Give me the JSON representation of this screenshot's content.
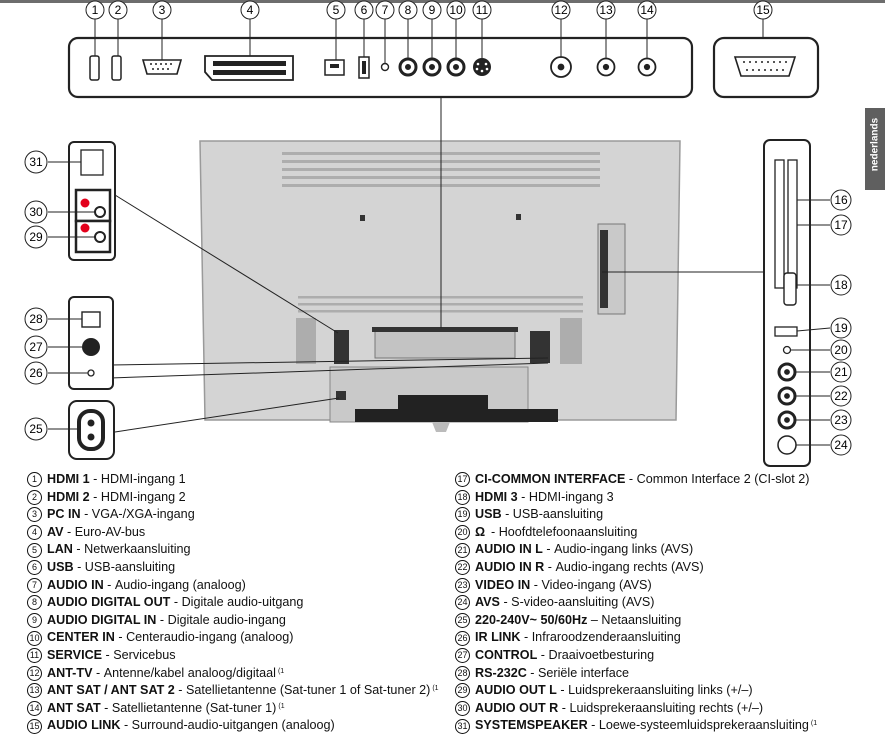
{
  "side_tab": "nederlands",
  "callouts": [
    "1",
    "2",
    "3",
    "4",
    "5",
    "6",
    "7",
    "8",
    "9",
    "10",
    "11",
    "12",
    "13",
    "14",
    "15",
    "16",
    "17",
    "18",
    "19",
    "20",
    "21",
    "22",
    "23",
    "24",
    "25",
    "26",
    "27",
    "28",
    "29",
    "30",
    "31"
  ],
  "legend_left": [
    {
      "num": "1",
      "label": "HDMI 1",
      "desc": "HDMI-ingang 1",
      "sup": ""
    },
    {
      "num": "2",
      "label": "HDMI 2",
      "desc": "HDMI-ingang 2",
      "sup": ""
    },
    {
      "num": "3",
      "label": "PC IN",
      "desc": "VGA-/XGA-ingang",
      "sup": ""
    },
    {
      "num": "4",
      "label": "AV",
      "desc": "Euro-AV-bus",
      "sup": ""
    },
    {
      "num": "5",
      "label": "LAN",
      "desc": "Netwerkaansluiting",
      "sup": ""
    },
    {
      "num": "6",
      "label": "USB",
      "desc": "USB-aansluiting",
      "sup": ""
    },
    {
      "num": "7",
      "label": "AUDIO IN",
      "desc": "Audio-ingang (analoog)",
      "sup": ""
    },
    {
      "num": "8",
      "label": "AUDIO DIGITAL OUT",
      "desc": "Digitale audio-uitgang",
      "sup": ""
    },
    {
      "num": "9",
      "label": "AUDIO DIGITAL IN",
      "desc": "Digitale audio-ingang",
      "sup": ""
    },
    {
      "num": "10",
      "label": "CENTER IN",
      "desc": "Centeraudio-ingang (analoog)",
      "sup": ""
    },
    {
      "num": "11",
      "label": "SERVICE",
      "desc": "Servicebus",
      "sup": ""
    },
    {
      "num": "12",
      "label": "ANT-TV",
      "desc": "Antenne/kabel analoog/digitaal",
      "sup": "(1"
    },
    {
      "num": "13",
      "label": "ANT SAT / ANT SAT 2",
      "desc": "Satellietantenne (Sat-tuner 1 of Sat-tuner 2)",
      "sup": "(1"
    },
    {
      "num": "14",
      "label": "ANT SAT",
      "desc": "Satellietantenne (Sat-tuner 1)",
      "sup": "(1"
    },
    {
      "num": "15",
      "label": "AUDIO LINK",
      "desc": "Surround-audio-uitgangen (analoog)",
      "sup": ""
    }
  ],
  "legend_right": [
    {
      "num": "17",
      "label": "CI-COMMON INTERFACE",
      "desc": "Common Interface 2 (CI-slot 2)",
      "sup": ""
    },
    {
      "num": "18",
      "label": "HDMI 3",
      "desc": "HDMI-ingang 3",
      "sup": ""
    },
    {
      "num": "19",
      "label": "USB",
      "desc": "USB-aansluiting",
      "sup": ""
    },
    {
      "num": "20",
      "label": "",
      "desc": "Hoofdtelefoonaansluiting",
      "sup": "",
      "icon": "headphones-icon"
    },
    {
      "num": "21",
      "label": "AUDIO IN L",
      "desc": "Audio-ingang links (AVS)",
      "sup": ""
    },
    {
      "num": "22",
      "label": "AUDIO IN R",
      "desc": "Audio-ingang rechts (AVS)",
      "sup": ""
    },
    {
      "num": "23",
      "label": "VIDEO IN",
      "desc": "Video-ingang (AVS)",
      "sup": ""
    },
    {
      "num": "24",
      "label": "AVS",
      "desc": "S-video-aansluiting (AVS)",
      "sup": ""
    },
    {
      "num": "25",
      "label": "220-240V~ 50/60Hz",
      "desc": "Netaansluiting",
      "sup": "",
      "sep": " – "
    },
    {
      "num": "26",
      "label": "IR LINK",
      "desc": "Infraroodzenderaansluiting",
      "sup": ""
    },
    {
      "num": "27",
      "label": "CONTROL",
      "desc": "Draaivoetbesturing",
      "sup": ""
    },
    {
      "num": "28",
      "label": "RS-232C",
      "desc": "Seriële interface",
      "sup": ""
    },
    {
      "num": "29",
      "label": "AUDIO OUT L",
      "desc": "Luidsprekeraansluiting links (+/–)",
      "sup": ""
    },
    {
      "num": "30",
      "label": "AUDIO OUT R",
      "desc": "Luidsprekeraansluiting rechts  (+/–)",
      "sup": ""
    },
    {
      "num": "31",
      "label": "SYSTEMSPEAKER",
      "desc": "Loewe-systeemluidsprekeraansluiting",
      "sup": "(1"
    }
  ],
  "colors": {
    "tv_body": "#d4d4d4",
    "panel": "#ffffff",
    "line": "#222222",
    "red_jack": "#e3001b",
    "tab": "#5f5f5f"
  }
}
